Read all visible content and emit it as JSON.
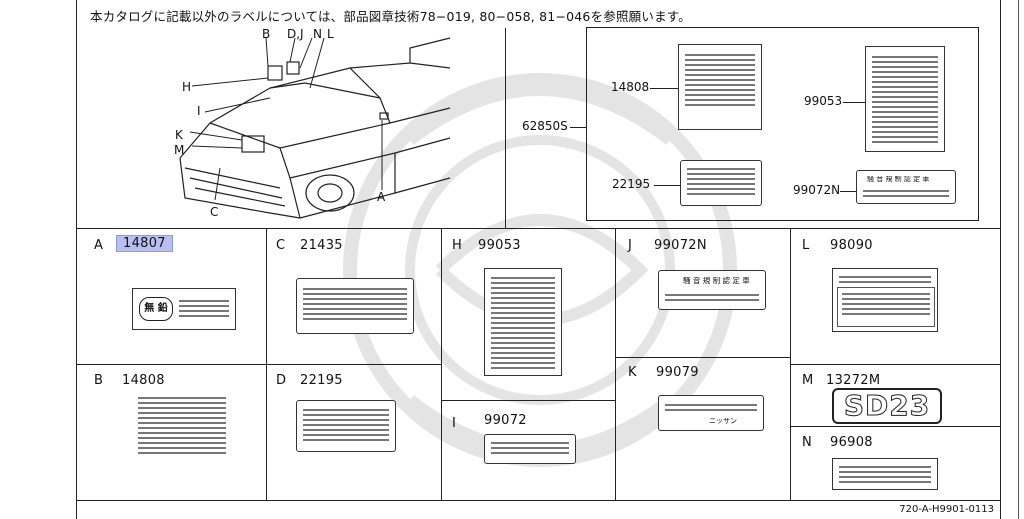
{
  "note": "本カタログに記載以外のラベルについては、部品図章技術78−019, 80−058, 81−046を参照願います。",
  "car_callouts": [
    "B",
    "D,J",
    "N",
    "L",
    "H",
    "I",
    "K",
    "M",
    "C",
    "A"
  ],
  "overview": {
    "callouts": [
      "14808",
      "62850S",
      "22195",
      "99053",
      "99072N"
    ]
  },
  "cells": {
    "A": {
      "letter": "A",
      "part": "14807",
      "text": [
        "無 鉛"
      ]
    },
    "B": {
      "letter": "B",
      "part": "14808"
    },
    "C": {
      "letter": "C",
      "part": "21435"
    },
    "D": {
      "letter": "D",
      "part": "22195"
    },
    "H": {
      "letter": "H",
      "part": "99053"
    },
    "I": {
      "letter": "I",
      "part": "99072"
    },
    "J": {
      "letter": "J",
      "part": "99072N",
      "text": [
        "騒 音 規 制 認 定 車"
      ]
    },
    "K": {
      "letter": "K",
      "part": "99079",
      "text": [
        "ニッサン"
      ]
    },
    "L": {
      "letter": "L",
      "part": "98090"
    },
    "M": {
      "letter": "M",
      "part": "13272M",
      "text": [
        "SD23"
      ]
    },
    "N": {
      "letter": "N",
      "part": "96908"
    }
  },
  "overview_label_99072N_text": "騒 音 規 制 認 定 車",
  "footer": "720-A-H9901-0113"
}
